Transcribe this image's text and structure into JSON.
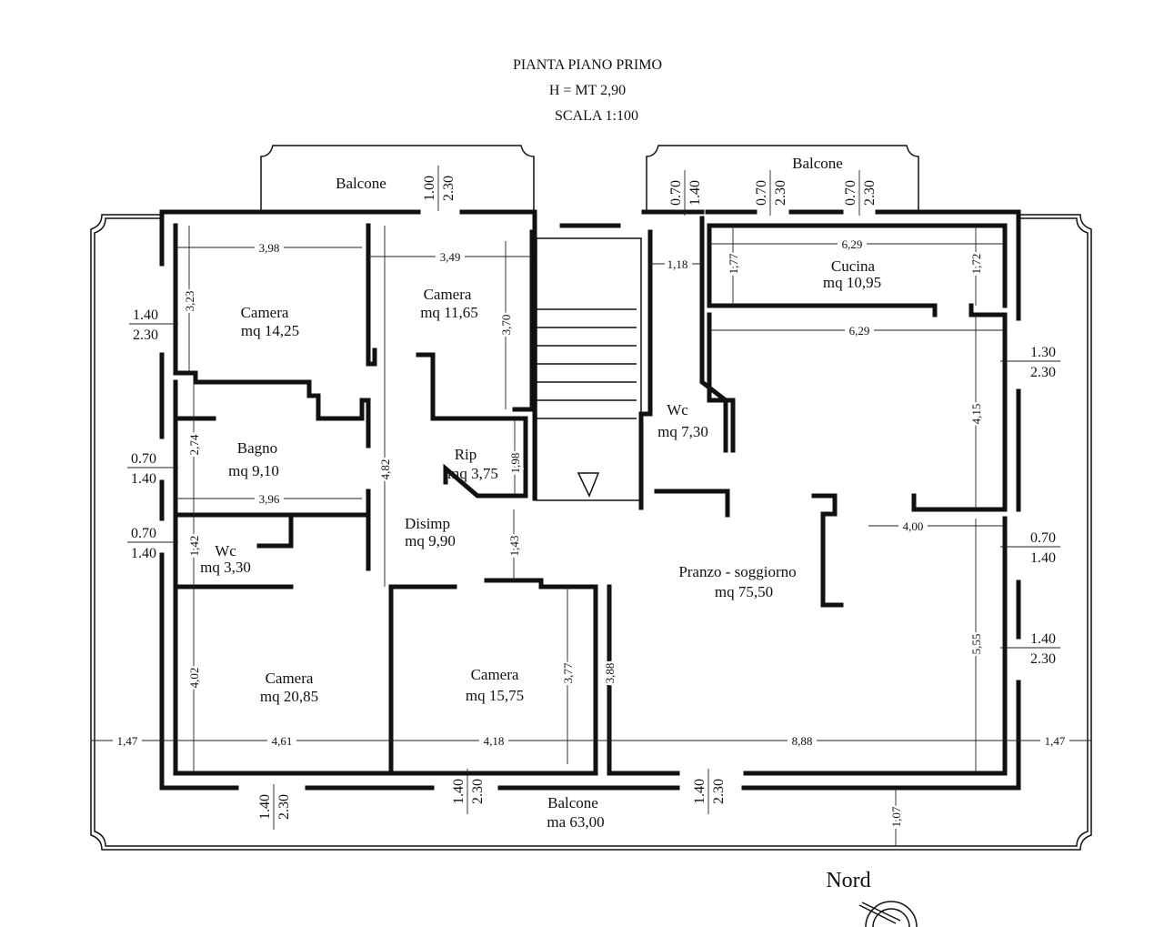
{
  "title": {
    "line1": "PIANTA PIANO PRIMO",
    "line2": "H = MT 2,90",
    "line3": "SCALA 1:100"
  },
  "balconies": {
    "top_left": "Balcone",
    "top_right": "Balcone",
    "bottom": "Balcone",
    "bottom_area": "ma 63,00"
  },
  "rooms": [
    {
      "name": "Camera",
      "area": "mq 14,25"
    },
    {
      "name": "Camera",
      "area": "mq 11,65"
    },
    {
      "name": "Bagno",
      "area": "mq 9,10"
    },
    {
      "name": "Rip",
      "area": "mq 3,75"
    },
    {
      "name": "Wc",
      "area": "mq 3,30"
    },
    {
      "name": "Disimp",
      "area": "mq 9,90"
    },
    {
      "name": "Wc",
      "area": "mq 7,30"
    },
    {
      "name": "Cucina",
      "area": "mq 10,95"
    },
    {
      "name": "Pranzo - soggiorno",
      "area": "mq 75,50"
    },
    {
      "name": "Camera",
      "area": "mq 20,85"
    },
    {
      "name": "Camera",
      "area": "mq 15,75"
    }
  ],
  "dimensions_h": [
    "3,98",
    "3,49",
    "1,18",
    "6,29",
    "6,29",
    "3,96",
    "4,00",
    "4,61",
    "4,18",
    "8,88",
    "1,47",
    "1,47"
  ],
  "dimensions_v": [
    "3,23",
    "3,70",
    "1,77",
    "1,72",
    "4,15",
    "2,74",
    "4,82",
    "1,98",
    "1,42",
    "1,43",
    "4,02",
    "3,77",
    "3,88",
    "5,55",
    "1,07"
  ],
  "windows_side": [
    {
      "top": "1.40",
      "bottom": "2.30"
    },
    {
      "top": "0.70",
      "bottom": "1.40"
    },
    {
      "top": "0.70",
      "bottom": "1.40"
    },
    {
      "top": "1.30",
      "bottom": "2.30"
    },
    {
      "top": "0.70",
      "bottom": "1.40"
    },
    {
      "top": "1.40",
      "bottom": "2.30"
    }
  ],
  "windows_rot": [
    {
      "top": "1.00",
      "bottom": "2.30"
    },
    {
      "top": "0.70",
      "bottom": "1.40"
    },
    {
      "top": "0.70",
      "bottom": "2.30"
    },
    {
      "top": "0.70",
      "bottom": "2.30"
    },
    {
      "top": "1.40",
      "bottom": "2.30"
    },
    {
      "top": "1.40",
      "bottom": "2.30"
    },
    {
      "top": "1.40",
      "bottom": "2.30"
    }
  ],
  "north_label": "Nord"
}
